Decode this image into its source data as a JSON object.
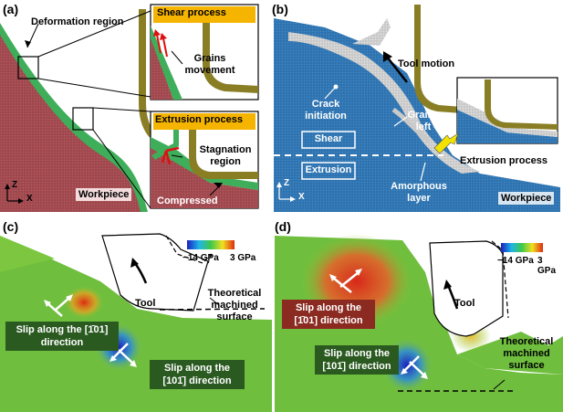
{
  "panels": {
    "a": {
      "label": "(a)",
      "deformation_region": "Deformation region",
      "shear_title": "Shear process",
      "grains_movement": "Grains movement",
      "extrusion_title": "Extrusion process",
      "stagnation_region": "Stagnation region",
      "compressed": "Compressed",
      "workpiece": "Workpiece",
      "axis_z": "Z",
      "axis_x": "X"
    },
    "b": {
      "label": "(b)",
      "tool_motion": "Tool motion",
      "crack_initiation": "Crack initiation",
      "grains_left": "Grains left",
      "shear": "Shear",
      "extrusion": "Extrusion",
      "extrusion_process": "Extrusion process",
      "amorphous_layer": "Amorphous layer",
      "workpiece": "Workpiece",
      "axis_z": "Z",
      "axis_x": "X"
    },
    "c": {
      "label": "(c)",
      "colorbar_min": "−14 GPa",
      "colorbar_max": "3 GPa",
      "tool": "Tool",
      "theoretical_surface": "Theoretical machined surface",
      "slip1": "Slip along the [1̄01] direction",
      "slip2": "Slip along the [101̄] direction"
    },
    "d": {
      "label": "(d)",
      "colorbar_min": "−14 GPa",
      "colorbar_max": "3 GPa",
      "tool": "Tool",
      "theoretical_surface": "Theoretical machined surface",
      "slip1": "Slip along the [1̄01] direction",
      "slip2": "Slip along the [101̄] direction"
    }
  },
  "colors": {
    "workpiece_red": "#a0484e",
    "grain_green": "#3fae5a",
    "tool_olive": "#8a7e25",
    "workpiece_blue": "#2f74b0",
    "label_orange": "#f5b400",
    "arrow_yellow": "#f2e200"
  }
}
